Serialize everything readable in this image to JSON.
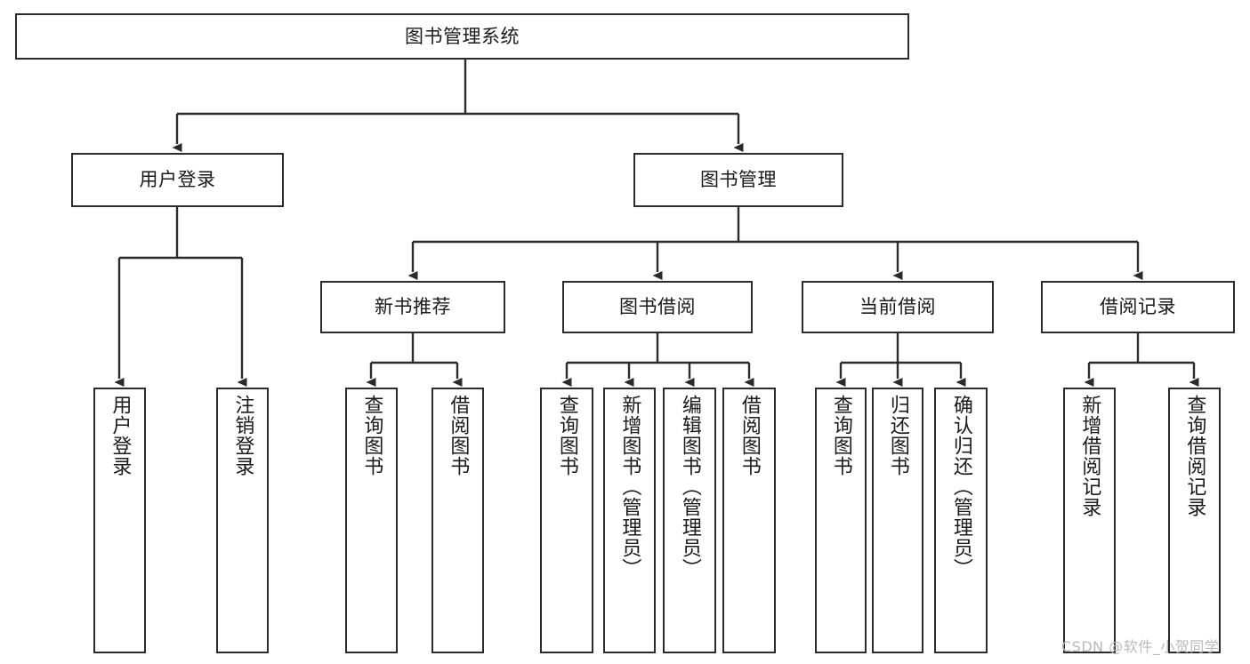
{
  "diagram": {
    "title": "图书管理系统",
    "type": "tree",
    "watermark": "CSDN @软件_小贺同学",
    "colors": {
      "box_border": "#2b2b2b",
      "box_fill": "#ffffff",
      "connector": "#2b2b2b",
      "text": "#1a1a1a",
      "watermark": "#b9b9b9",
      "background": "#ffffff"
    },
    "nodes": {
      "root": {
        "label": "图书管理系统"
      },
      "level2": [
        {
          "id": "user-login",
          "label": "用户登录"
        },
        {
          "id": "book-manage",
          "label": "图书管理"
        }
      ],
      "level3": [
        {
          "id": "new-book-recommend",
          "label": "新书推荐"
        },
        {
          "id": "book-borrow",
          "label": "图书借阅"
        },
        {
          "id": "current-borrow",
          "label": "当前借阅"
        },
        {
          "id": "borrow-record",
          "label": "借阅记录"
        }
      ],
      "leaves": {
        "user_login": [
          {
            "id": "leaf-user-login",
            "label": "用户登录"
          },
          {
            "id": "leaf-logout-login",
            "label": "注销登录"
          }
        ],
        "new_book_recommend": [
          {
            "id": "leaf-query-book-1",
            "label": "查询图书"
          },
          {
            "id": "leaf-borrow-book-1",
            "label": "借阅图书"
          }
        ],
        "book_borrow": [
          {
            "id": "leaf-query-book-2",
            "label": "查询图书"
          },
          {
            "id": "leaf-add-book",
            "label": "新增图书（管理员）"
          },
          {
            "id": "leaf-edit-book",
            "label": "编辑图书（管理员）"
          },
          {
            "id": "leaf-borrow-book-2",
            "label": "借阅图书"
          }
        ],
        "current_borrow": [
          {
            "id": "leaf-query-book-3",
            "label": "查询图书"
          },
          {
            "id": "leaf-return-book",
            "label": "归还图书"
          },
          {
            "id": "leaf-confirm-return",
            "label": "确认归还（管理员）"
          }
        ],
        "borrow_record": [
          {
            "id": "leaf-add-record",
            "label": "新增借阅记录"
          },
          {
            "id": "leaf-query-record",
            "label": "查询借阅记录"
          }
        ]
      }
    }
  }
}
